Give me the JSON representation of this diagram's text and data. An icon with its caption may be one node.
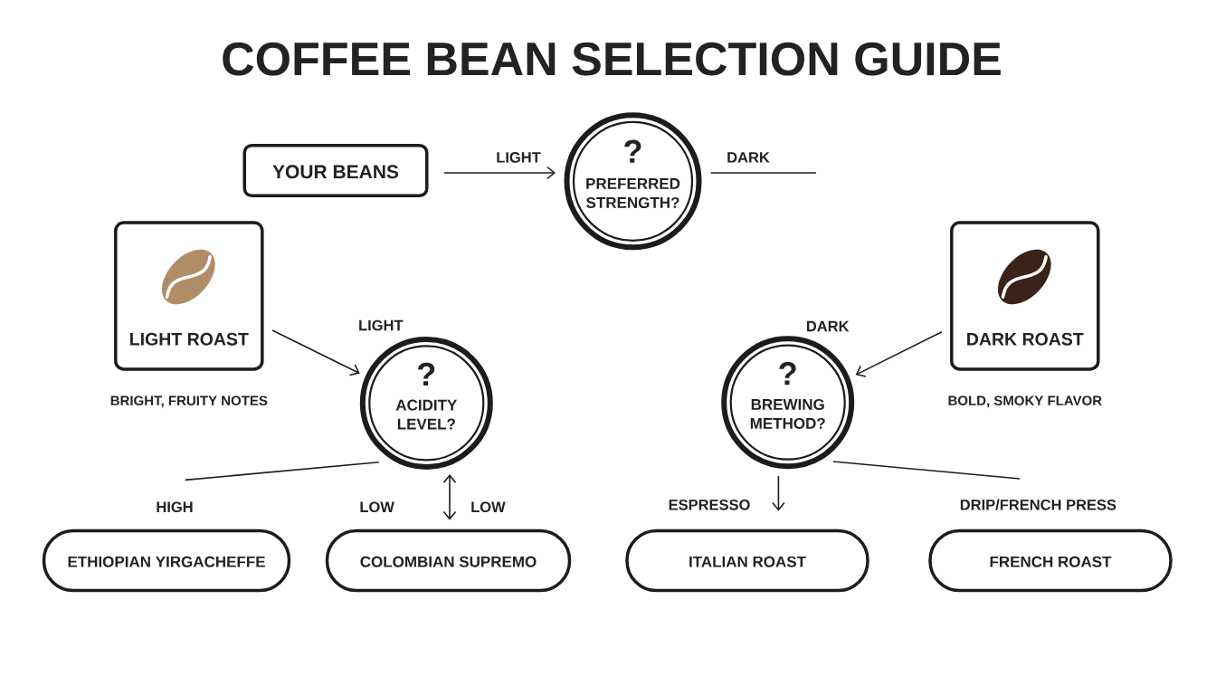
{
  "diagram": {
    "title": "COFFEE BEAN SELECTION GUIDE",
    "nodes": [
      {
        "text": [
          "YOUR BEANS"
        ]
      },
      {
        "text": [
          "?",
          "PREFERRED STRENGTH?"
        ]
      },
      {
        "text": [
          "LIGHT ROAST"
        ],
        "beside": [
          "BRIGHT, FRUITY NOTES"
        ]
      },
      {
        "text": [
          "DARK ROAST"
        ],
        "beside": [
          "BOLD, SMOKY FLAVOR"
        ]
      },
      {
        "text": [
          "?",
          "ACIDITY LEVEL?"
        ]
      },
      {
        "text": [
          "?",
          "BREWING METHOD?"
        ]
      },
      {
        "text": [
          "ETHIOPIAN YIRGACHEFFE"
        ]
      },
      {
        "text": [
          "COLOMBIAN SUPREMO"
        ]
      },
      {
        "text": [
          "ITALIAN ROAST"
        ]
      },
      {
        "text": [
          "FRENCH ROAST"
        ]
      }
    ],
    "edges": [
      {
        "from": 0,
        "to": 1,
        "arrow": "to",
        "label": "LIGHT"
      },
      {
        "from": 1,
        "to": null,
        "arrow": "none",
        "label": "DARK"
      },
      {
        "from": 2,
        "to": 4,
        "arrow": "to",
        "label": "LIGHT"
      },
      {
        "from": 3,
        "to": 5,
        "arrow": "to",
        "label": "DARK"
      },
      {
        "from": 4,
        "to": 6,
        "arrow": "none",
        "label": "HIGH"
      },
      {
        "from": 4,
        "to": 7,
        "arrow": "both",
        "label": "LOW"
      },
      {
        "from": 5,
        "to": 8,
        "arrow": "to",
        "label": "ESPRESSO"
      },
      {
        "from": 5,
        "to": 9,
        "arrow": "none",
        "label": "DRIP/FRENCH PRESS"
      }
    ],
    "labels": [
      "LOW"
    ]
  }
}
